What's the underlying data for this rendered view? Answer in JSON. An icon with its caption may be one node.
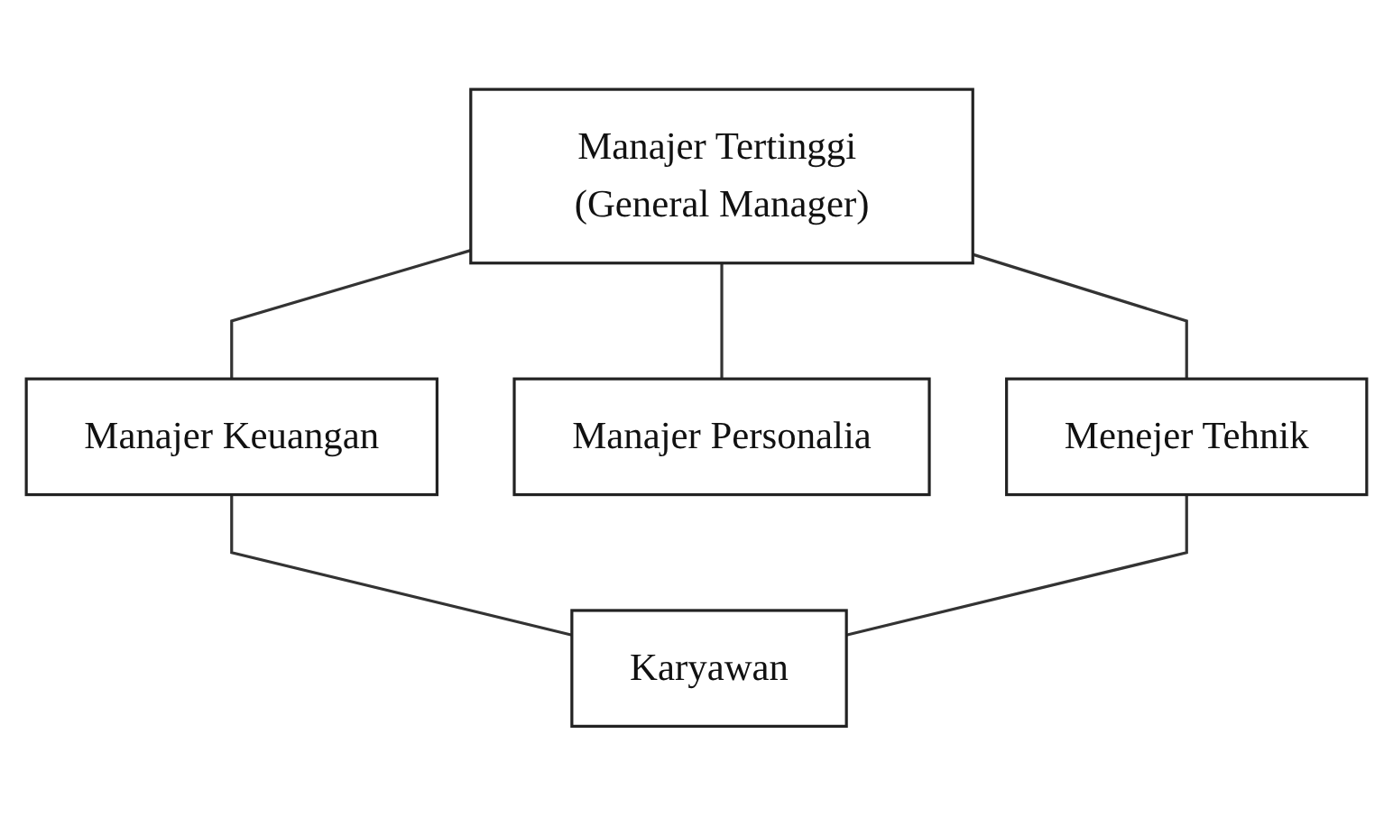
{
  "diagram": {
    "nodes": [
      {
        "text": [
          "Manajer Tertinggi (General Manager)"
        ]
      },
      {
        "text": [
          "Manajer Keuangan"
        ]
      },
      {
        "text": [
          "Manajer Personalia"
        ]
      },
      {
        "text": [
          "Menejer Tehnik"
        ]
      },
      {
        "text": [
          "Karyawan"
        ]
      }
    ],
    "edges": [
      {
        "from": 0,
        "to": 1,
        "arrow": "none"
      },
      {
        "from": 0,
        "to": 2,
        "arrow": "none"
      },
      {
        "from": 0,
        "to": 3,
        "arrow": "none"
      },
      {
        "from": 1,
        "to": 4,
        "arrow": "none"
      },
      {
        "from": 3,
        "to": 4,
        "arrow": "none"
      }
    ]
  }
}
